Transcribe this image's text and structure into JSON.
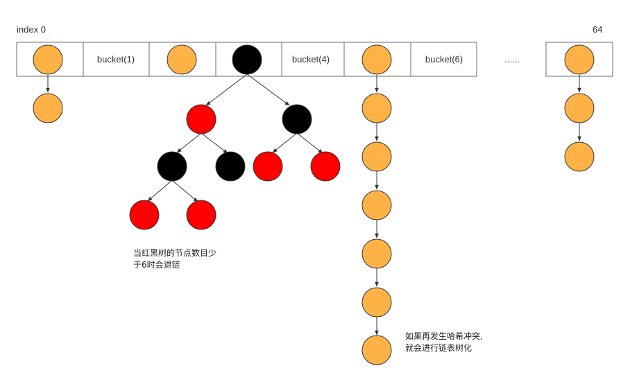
{
  "labels": {
    "index_start": "index 0",
    "index_end": "64",
    "ellipsis": "......"
  },
  "buckets": {
    "bucket1": "bucket(1)",
    "bucket4": "bucket(4)",
    "bucket6": "bucket(6)"
  },
  "notes": {
    "tree_line1": "当红黑树的节点数目少",
    "tree_line2": "于6时会退链",
    "list_line1": "如果再发生哈希冲突,",
    "list_line2": "就会进行链表树化"
  },
  "colors": {
    "orange": "#FFB347",
    "red": "#FF0000",
    "black": "#000000",
    "stroke": "#333333",
    "cell_border": "#6b6b6b"
  }
}
